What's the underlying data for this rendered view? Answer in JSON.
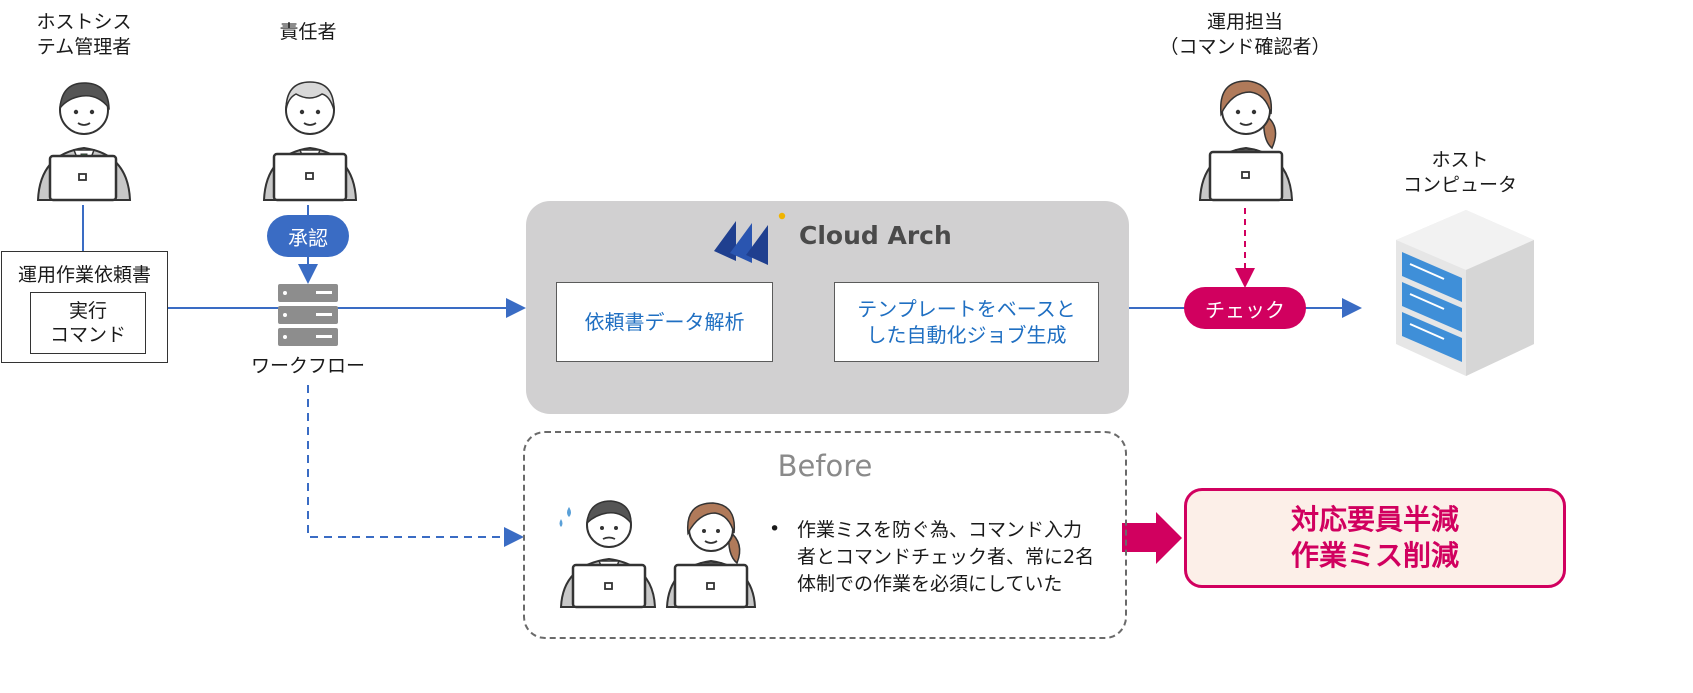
{
  "roles": {
    "host_admin": "ホストシス\nテム管理者",
    "manager": "責任者",
    "operator": "運用担当\n（コマンド確認者）",
    "host_computer": "ホスト\nコンピュータ"
  },
  "request_doc": {
    "title": "運用作業依頼書",
    "inner": "実行\nコマンド"
  },
  "approval_label": "承認",
  "workflow_label": "ワークフロー",
  "cloud_arch": {
    "name": "Cloud Arch",
    "step1": "依頼書データ解析",
    "step2": "テンプレートをベースと\nした自動化ジョブ生成"
  },
  "check_label": "チェック",
  "before": {
    "title": "Before",
    "bullet": "作業ミスを防ぐ為、コマンド入力\n者とコマンドチェック者、常に2名\n体制での作業を必須にしていた"
  },
  "result": {
    "line1": "対応要員半減",
    "line2": "作業ミス削減"
  },
  "colors": {
    "flow_blue": "#3a6cc4",
    "accent_magenta": "#d1005f",
    "panel_gray": "#d1d0d1",
    "process_text": "#1f6fc2"
  }
}
